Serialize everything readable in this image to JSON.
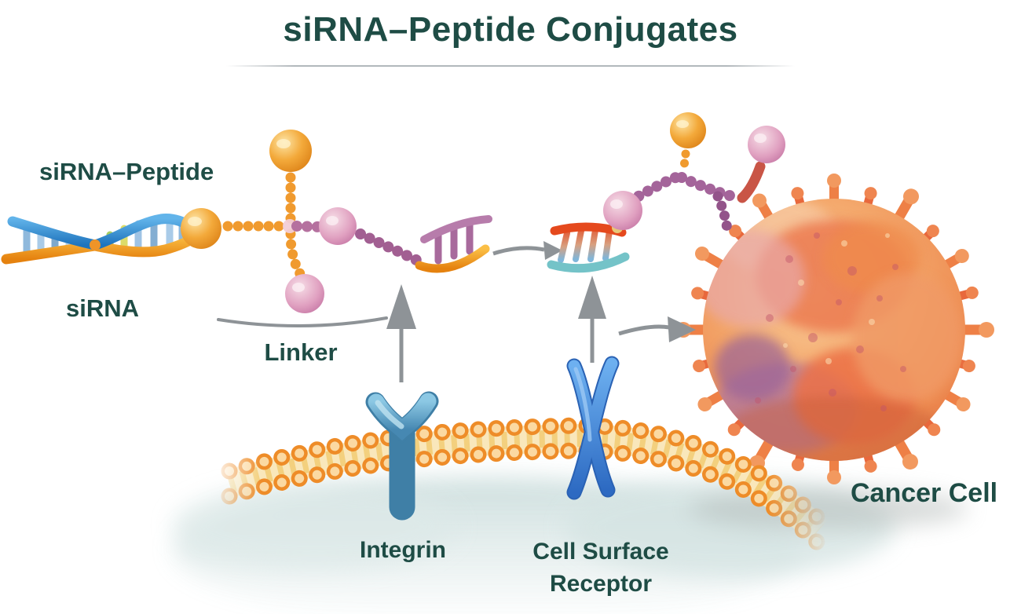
{
  "title": "siRNA–Peptide Conjugates",
  "labels": {
    "conjugate": "siRNA–Peptide",
    "sirna": "siRNA",
    "linker": "Linker",
    "integrin": "Integrin",
    "receptor_line1": "Cell Surface",
    "receptor_line2": "Receptor",
    "cancer_cell": "Cancer Cell"
  },
  "icons": {
    "sirna_duplex": "dna-helix-icon",
    "peptide_beads": "bead-chain-icon",
    "mini_duplex": "rna-ladder-icon",
    "integrin": "integrin-receptor-icon",
    "cell_surface_receptor": "transmembrane-receptor-icon",
    "membrane": "lipid-bilayer-icon",
    "cancer_cell": "tumor-cell-icon",
    "arrows": "gray-arrow-icon"
  },
  "colors": {
    "label_teal": "#1e4c45",
    "arrow_gray": "#8e9397",
    "helix_blue": "#3a92d4",
    "helix_orange": "#f0941f",
    "bead_orange": "#f09a2e",
    "bead_purple": "#a4649a",
    "sphere_pink": "#dc9abb",
    "sphere_orange": "#f3a93a",
    "integrin_blue": "#5b9fc6",
    "receptor_blue": "#3b7fd4",
    "membrane_orange": "#ee8c28",
    "membrane_yellow": "#f8df9e",
    "duplex_red": "#e5491d",
    "duplex_teal": "#74c3c8",
    "cancer_cell_orange": "#ef9255"
  }
}
